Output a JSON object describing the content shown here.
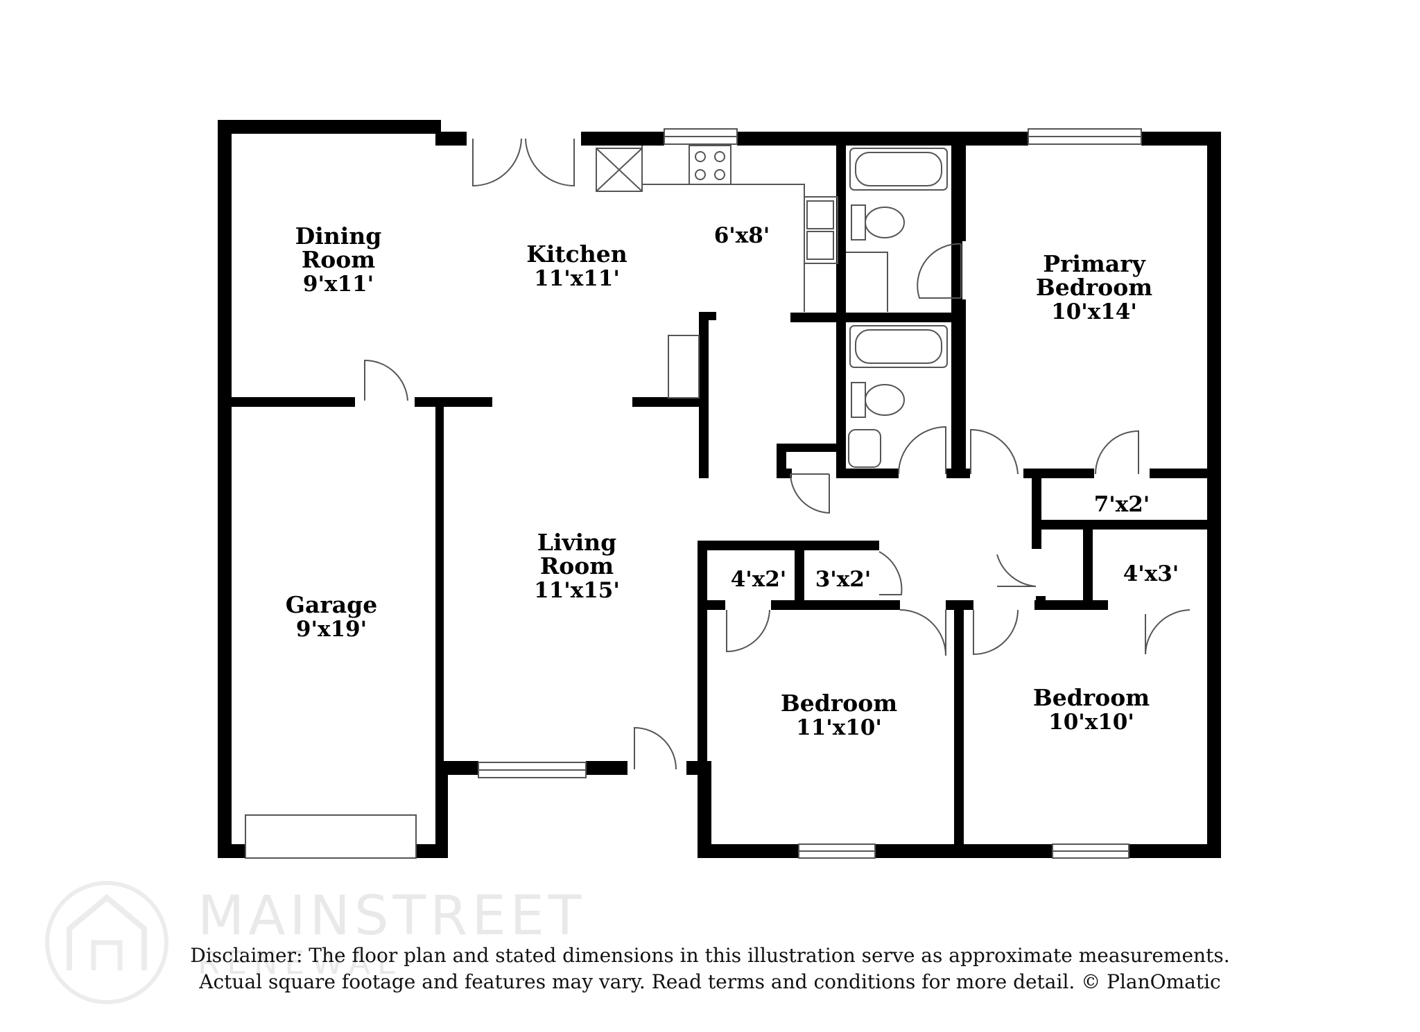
{
  "rooms": {
    "dining": {
      "name_line1": "Dining",
      "name_line2": "Room",
      "size": "9'x11'"
    },
    "kitchen": {
      "name": "Kitchen",
      "size": "11'x11'"
    },
    "utility": {
      "size": "6'x8'"
    },
    "primary_bedroom": {
      "name_line1": "Primary",
      "name_line2": "Bedroom",
      "size": "10'x14'"
    },
    "garage": {
      "name": "Garage",
      "size": "9'x19'"
    },
    "living": {
      "name_line1": "Living",
      "name_line2": "Room",
      "size": "11'x15'"
    },
    "closet_a": {
      "size": "4'x2'"
    },
    "closet_b": {
      "size": "3'x2'"
    },
    "closet_c": {
      "size": "7'x2'"
    },
    "closet_d": {
      "size": "4'x3'"
    },
    "bedroom_center": {
      "name": "Bedroom",
      "size": "11'x10'"
    },
    "bedroom_right": {
      "name": "Bedroom",
      "size": "10'x10'"
    }
  },
  "watermark": {
    "line1": "MAINSTREET",
    "line2": "RENEWAL"
  },
  "disclaimer": {
    "line1": "Disclaimer: The floor plan and stated dimensions in this illustration serve as approximate measurements.",
    "line2": "Actual square footage and features may vary. Read terms and conditions for more detail. © PlanOmatic"
  },
  "colors": {
    "wall": "#000000",
    "fixture": "#555555",
    "watermark": "#e9e9e9"
  }
}
